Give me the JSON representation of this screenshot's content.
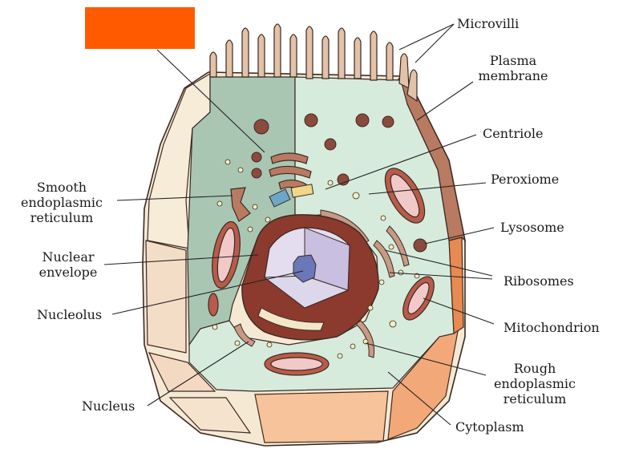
{
  "colors": {
    "redaction": "#FF5A00",
    "outer_wall": "#F5E9D4",
    "cytoplasm": "#D7EBDD",
    "cytoplasm_dark": "#A9C6B3",
    "membrane": "#B97A62",
    "organelle": "#8C4A3C",
    "nucleus_cut": "#D9D3E6",
    "nucleolus": "#6A77B8",
    "orange_block": "#F7C39A"
  },
  "labels": {
    "microvilli": "Microvilli",
    "plasma_membrane": [
      "Plasma",
      "membrane"
    ],
    "centriole": "Centriole",
    "peroxiome": "Peroxiome",
    "lysosome": "Lysosome",
    "ribosomes": "Ribosomes",
    "mitochondrion": "Mitochondrion",
    "rough_er": [
      "Rough",
      "endoplasmic",
      "reticulum"
    ],
    "cytoplasm": "Cytoplasm",
    "smooth_er": [
      "Smooth",
      "endoplasmic",
      "reticulum"
    ],
    "nuclear_envelope": [
      "Nuclear",
      "envelope"
    ],
    "nucleolus": "Nucleolus",
    "nucleus": "Nucleus"
  }
}
